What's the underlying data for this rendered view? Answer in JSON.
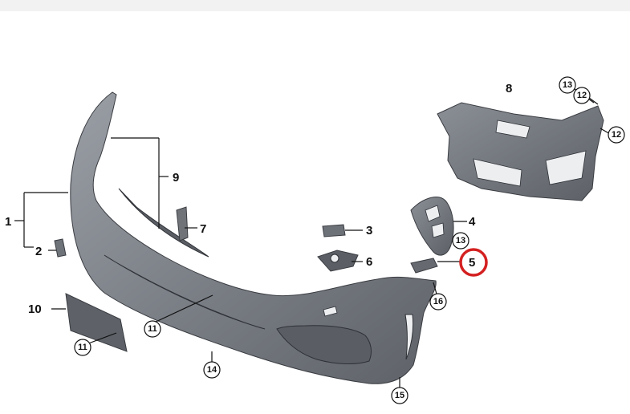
{
  "diagram": {
    "highlight_color": "#d42020",
    "part_color": "#7b7f86",
    "labels": {
      "l1": "1",
      "l2": "2",
      "l3": "3",
      "l4": "4",
      "l5": "5",
      "l6": "6",
      "l7": "7",
      "l8": "8",
      "l9": "9",
      "l10": "10"
    },
    "callouts": {
      "c11a": "11",
      "c11b": "11",
      "c12a": "12",
      "c12b": "12",
      "c13a": "13",
      "c13b": "13",
      "c14": "14",
      "c15": "15",
      "c16": "16"
    },
    "highlighted_label": "5"
  }
}
